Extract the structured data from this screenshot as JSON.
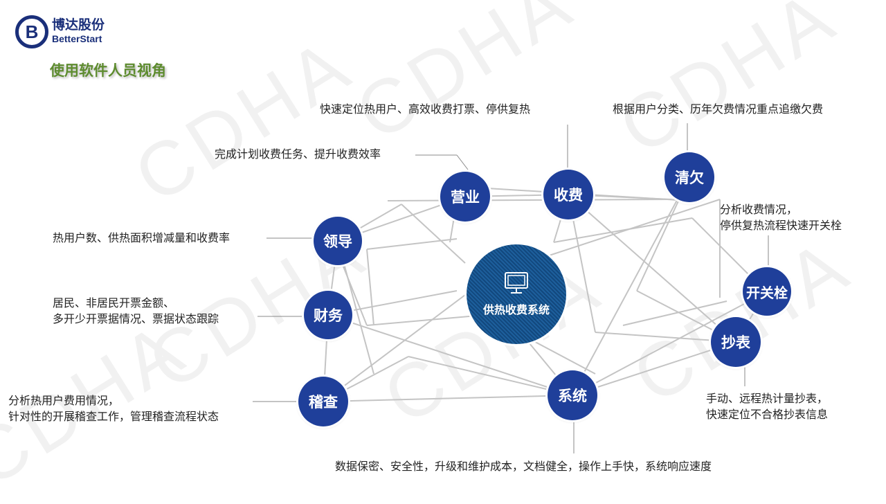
{
  "watermark": "CDHA",
  "logo": {
    "cn": "博达股份",
    "en": "BetterStart",
    "mark": "B"
  },
  "title": "使用软件人员视角",
  "center": {
    "label": "供热收费系统",
    "icon": "monitor-icon"
  },
  "nodes": {
    "yingye": "营业",
    "shoufei": "收费",
    "qingqian": "清欠",
    "lingdao": "领导",
    "caiwu": "财务",
    "jicha": "稽查",
    "xitong": "系统",
    "chaobiao": "抄表",
    "kaiguanshuan": "开关栓"
  },
  "labels": {
    "shoufei": "快速定位热用户、高效收费打票、停供复热",
    "qingqian": "根据用户分类、历年欠费情况重点追缴欠费",
    "yingye": "完成计划收费任务、提升收费效率",
    "lingdao": "热用户数、供热面积增减量和收费率",
    "caiwu": [
      "居民、非居民开票金额、",
      "多开少开票据情况、票据状态跟踪"
    ],
    "jicha": [
      "分析热用户费用情况，",
      "针对性的开展稽查工作，管理稽查流程状态"
    ],
    "xitong": "数据保密、安全性，升级和维护成本，文档健全，操作上手快，系统响应速度",
    "chaobiao": [
      "手动、远程热计量抄表，",
      "快速定位不合格抄表信息"
    ],
    "kaiguanshuan": [
      "分析收费情况，",
      "停供复热流程快速开关栓"
    ]
  }
}
